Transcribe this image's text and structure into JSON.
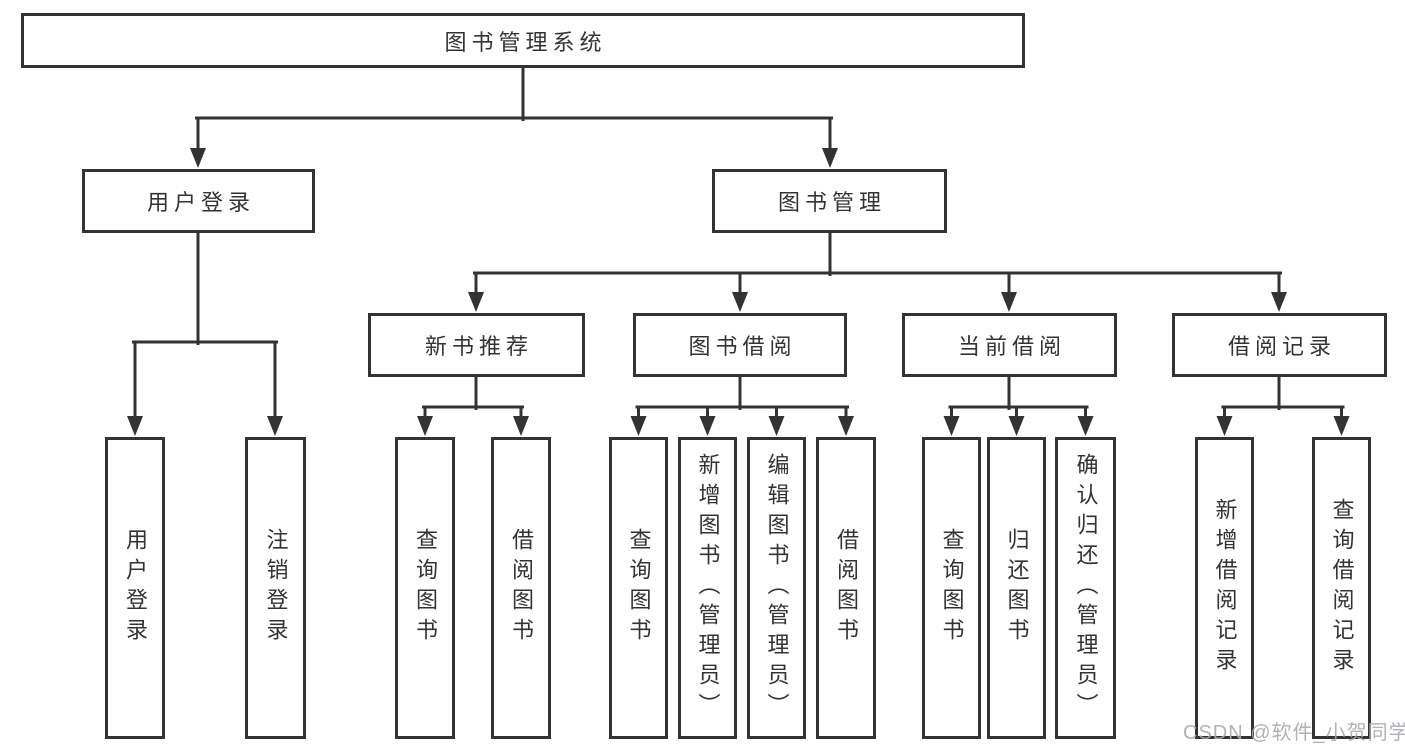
{
  "tree": {
    "label": "图书管理系统",
    "children": [
      {
        "label": "用户登录",
        "children": [
          {
            "label": "用户登录"
          },
          {
            "label": "注销登录"
          }
        ]
      },
      {
        "label": "图书管理",
        "children": [
          {
            "label": "新书推荐",
            "children": [
              {
                "label": "查询图书"
              },
              {
                "label": "借阅图书"
              }
            ]
          },
          {
            "label": "图书借阅",
            "children": [
              {
                "label": "查询图书"
              },
              {
                "label": "新增图书（管理员）"
              },
              {
                "label": "编辑图书（管理员）"
              },
              {
                "label": "借阅图书"
              }
            ]
          },
          {
            "label": "当前借阅",
            "children": [
              {
                "label": "查询图书"
              },
              {
                "label": "归还图书"
              },
              {
                "label": "确认归还（管理员）"
              }
            ]
          },
          {
            "label": "借阅记录",
            "children": [
              {
                "label": "新增借阅记录"
              },
              {
                "label": "查询借阅记录"
              }
            ]
          }
        ]
      }
    ]
  },
  "watermark": {
    "text": "CSDN @软件_小贺同学"
  },
  "colors": {
    "line": "#333333",
    "text": "#333333",
    "box_background": "#ffffff",
    "page_background": "#ffffff",
    "watermark": "#a9a9af"
  }
}
